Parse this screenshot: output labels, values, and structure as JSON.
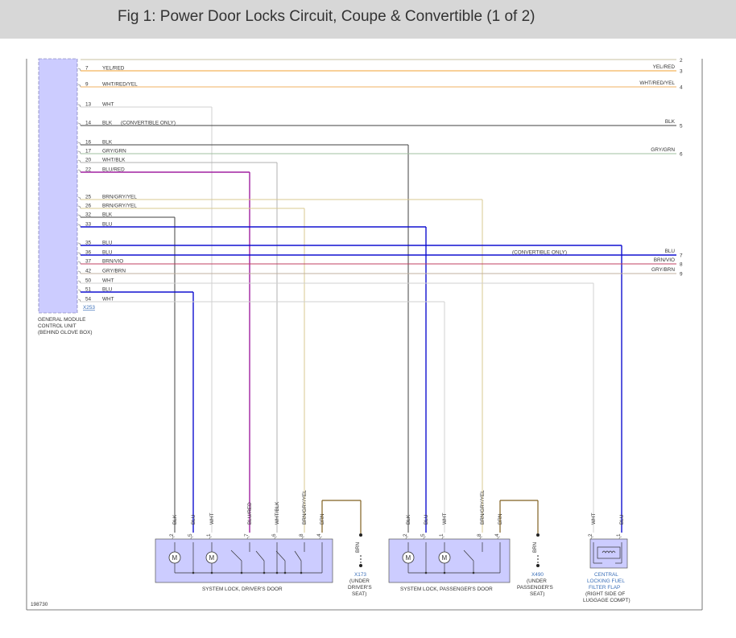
{
  "title": "Fig 1: Power Door Locks Circuit, Coupe & Convertible (1 of 2)",
  "figure_id": "198730",
  "colors": {
    "header_bg": "#d7d7d7",
    "module_fill": "#ccccff",
    "component_fill": "#ccccff",
    "YEL/RED": "#f0a030",
    "WHT/RED/YEL": "#f0b060",
    "WHT": "#d0d0d0",
    "BLK": "#404040",
    "GRY/GRN": "#a0c0a0",
    "WHT/BLK": "#b0b0b0",
    "BLU/RED": "#a020a0",
    "BRN/GRY/YEL": "#d8c890",
    "BLU": "#1010d0",
    "BRN/VIO": "#c04060",
    "GRY/BRN": "#c0b0a0",
    "BRN": "#806020"
  },
  "module": {
    "name_lines": [
      "GENERAL MODULE",
      "CONTROL UNIT",
      "(BEHIND GLOVE BOX)"
    ],
    "connector": "X253"
  },
  "wires": [
    {
      "pin": "7",
      "color": "YEL/RED",
      "dest": "YEL/RED",
      "num": "3"
    },
    {
      "pin": "9",
      "color": "WHT/RED/YEL",
      "dest": "WHT/RED/YEL",
      "num": "4"
    },
    {
      "pin": "13",
      "color": "WHT"
    },
    {
      "pin": "14",
      "color": "BLK",
      "note": "(CONVERTIBLE ONLY)",
      "dest": "BLK",
      "num": "5"
    },
    {
      "pin": "16",
      "color": "BLK"
    },
    {
      "pin": "17",
      "color": "GRY/GRN",
      "dest": "GRY/GRN",
      "num": "6"
    },
    {
      "pin": "20",
      "color": "WHT/BLK"
    },
    {
      "pin": "22",
      "color": "BLU/RED"
    },
    {
      "pin": "25",
      "color": "BRN/GRY/YEL"
    },
    {
      "pin": "26",
      "color": "BRN/GRY/YEL"
    },
    {
      "pin": "32",
      "color": "BLK"
    },
    {
      "pin": "33",
      "color": "BLU"
    },
    {
      "pin": "35",
      "color": "BLU"
    },
    {
      "pin": "36",
      "color": "BLU",
      "note": "(CONVERTIBLE ONLY)",
      "dest": "BLU",
      "num": "7"
    },
    {
      "pin": "37",
      "color": "BRN/VIO",
      "dest": "BRN/VIO",
      "num": "8"
    },
    {
      "pin": "42",
      "color": "GRY/BRN",
      "dest": "GRY/BRN",
      "num": "9"
    },
    {
      "pin": "50",
      "color": "WHT"
    },
    {
      "pin": "51",
      "color": "BLU"
    },
    {
      "pin": "54",
      "color": "WHT"
    }
  ],
  "top_offsheet_number": "2",
  "drivers_lock": {
    "label": "SYSTEM LOCK, DRIVER'S DOOR",
    "pins": [
      {
        "pin": "2",
        "color": "BLK"
      },
      {
        "pin": "5",
        "color": "BLU"
      },
      {
        "pin": "1",
        "color": "WHT"
      },
      {
        "pin": "7",
        "color": "BLU/RED"
      },
      {
        "pin": "6",
        "color": "WHT/BLK"
      },
      {
        "pin": "8",
        "color": "BRN/GRY/YEL"
      },
      {
        "pin": "4",
        "color": "BRN"
      }
    ],
    "motor_symbol": "M"
  },
  "passenger_lock": {
    "label": "SYSTEM LOCK, PASSENGER'S DOOR",
    "pins": [
      {
        "pin": "2",
        "color": "BLK"
      },
      {
        "pin": "5",
        "color": "BLU"
      },
      {
        "pin": "1",
        "color": "WHT"
      },
      {
        "pin": "8",
        "color": "BRN/GRY/YEL"
      },
      {
        "pin": "4",
        "color": "BRN"
      }
    ],
    "motor_symbol": "M"
  },
  "ground_x173": {
    "wire": "BRN",
    "id": "X173",
    "lines": [
      "(UNDER",
      "DRIVER'S",
      "SEAT)"
    ]
  },
  "ground_x490": {
    "wire": "BRN",
    "id": "X490",
    "lines": [
      "(UNDER",
      "PASSENGER'S",
      "SEAT)"
    ]
  },
  "fuel_flap": {
    "pins": [
      {
        "pin": "2",
        "color": "WHT"
      },
      {
        "pin": "1",
        "color": "BLU"
      }
    ],
    "lines": [
      "CENTRAL",
      "LOCKING FUEL",
      "FILTER FLAP"
    ],
    "location_lines": [
      "(RIGHT SIDE OF",
      "LUGGAGE COMPT)"
    ]
  }
}
